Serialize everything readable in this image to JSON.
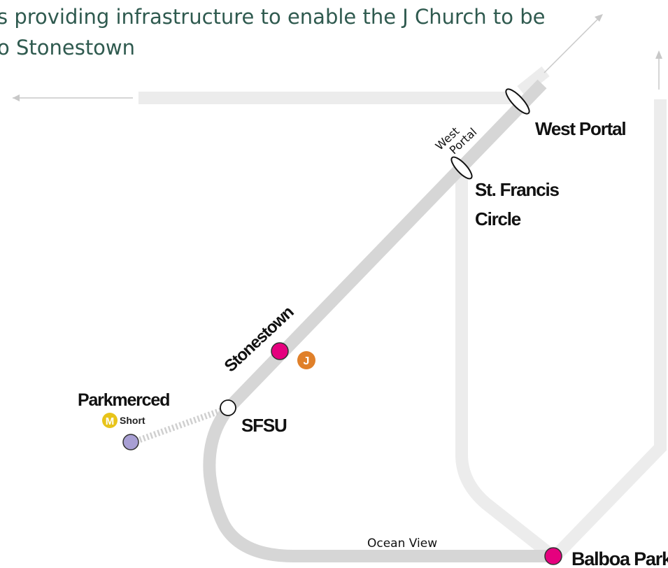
{
  "heading": {
    "line1": "s providing infrastructure to enable the J Church to be",
    "line2": "o Stonestown"
  },
  "stations": {
    "west_portal": "West Portal",
    "west_portal_tunnel": [
      "West",
      "Portal"
    ],
    "st_francis": [
      "St. Francis",
      "Circle"
    ],
    "stonestown": "Stonestown",
    "parkmerced": "Parkmerced",
    "sfsu": "SFSU",
    "balboa_park": "Balboa Park",
    "ocean_view": "Ocean View"
  },
  "badges": {
    "j_line": "J",
    "m_line": "M",
    "m_short": "Short"
  },
  "colors": {
    "track": "#d6d6d6",
    "track_light": "#ececec",
    "magenta_station": "#e5007e",
    "j_orange": "#e0802a",
    "m_yellow": "#e8c41a",
    "parkmerced_purple": "#a89fd4",
    "heading_text": "#2f5a4f"
  }
}
